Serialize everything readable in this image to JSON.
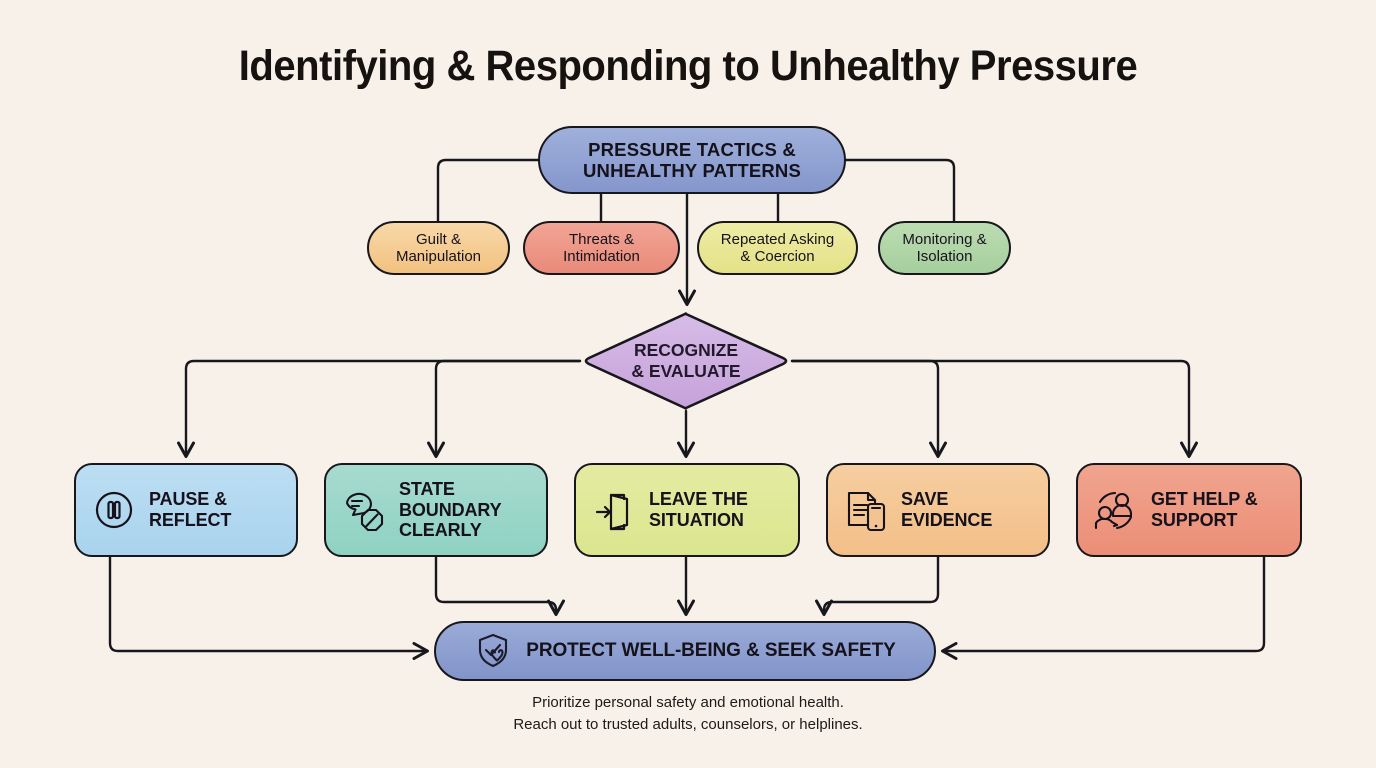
{
  "title": "Identifying & Responding to Unhealthy Pressure",
  "background_color": "#f7f1ea",
  "root": {
    "label_line1": "PRESSURE TACTICS &",
    "label_line2": "UNHEALTHY PATTERNS",
    "color": "#8c9fd2"
  },
  "tactics": [
    {
      "line1": "Guilt &",
      "line2": "Manipulation",
      "color": "#f4c98f"
    },
    {
      "line1": "Threats &",
      "line2": "Intimidation",
      "color": "#ed9384"
    },
    {
      "line1": "Repeated Asking",
      "line2": "& Coercion",
      "color": "#e9e795"
    },
    {
      "line1": "Monitoring &",
      "line2": "Isolation",
      "color": "#b1d5a7"
    }
  ],
  "decision": {
    "line1": "RECOGNIZE",
    "line2": "& EVALUATE",
    "color": "#cdacdf"
  },
  "actions": [
    {
      "line1": "PAUSE &",
      "line2": "REFLECT",
      "icon": "pause-circle-icon",
      "color": "#b1d7ef"
    },
    {
      "line1": "STATE",
      "line2": "BOUNDARY",
      "line3": "CLEARLY",
      "icon": "speech-bubble-stop-icon",
      "color": "#99d6c6"
    },
    {
      "line1": "LEAVE THE",
      "line2": "SITUATION",
      "icon": "exit-door-icon",
      "color": "#dfe995"
    },
    {
      "line1": "SAVE",
      "line2": "EVIDENCE",
      "icon": "document-phone-icon",
      "color": "#f4c392"
    },
    {
      "line1": "GET HELP &",
      "line2": "SUPPORT",
      "icon": "people-support-icon",
      "color": "#ee9780"
    }
  ],
  "outcome": {
    "label": "PROTECT WELL-BEING & SEEK SAFETY",
    "icon": "shield-check-heart-icon",
    "color": "#8b9dd0"
  },
  "footer": {
    "line1": "Prioritize personal safety and emotional health.",
    "line2": "Reach out to trusted adults, counselors, or helplines."
  }
}
